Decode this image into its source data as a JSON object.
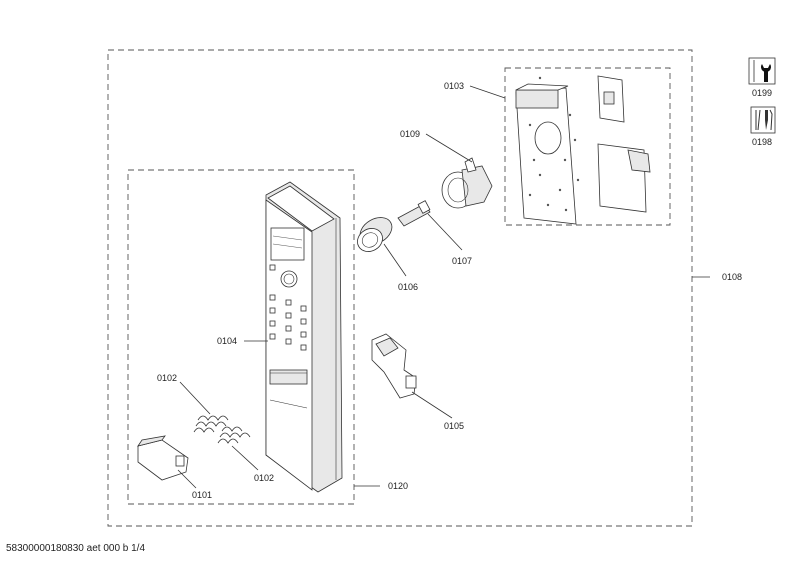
{
  "diagram": {
    "callouts": {
      "c0103": "0103",
      "c0109": "0109",
      "c0107": "0107",
      "c0106": "0106",
      "c0108": "0108",
      "c0104": "0104",
      "c0105": "0105",
      "c0102a": "0102",
      "c0102b": "0102",
      "c0101": "0101",
      "c0120": "0120",
      "c0199": "0199",
      "c0198": "0198"
    },
    "document_id": "58300000180830 aet 000 b 1/4"
  },
  "icons": {
    "service_icon": "wrench-icon",
    "tools_icon": "tools-icon"
  }
}
